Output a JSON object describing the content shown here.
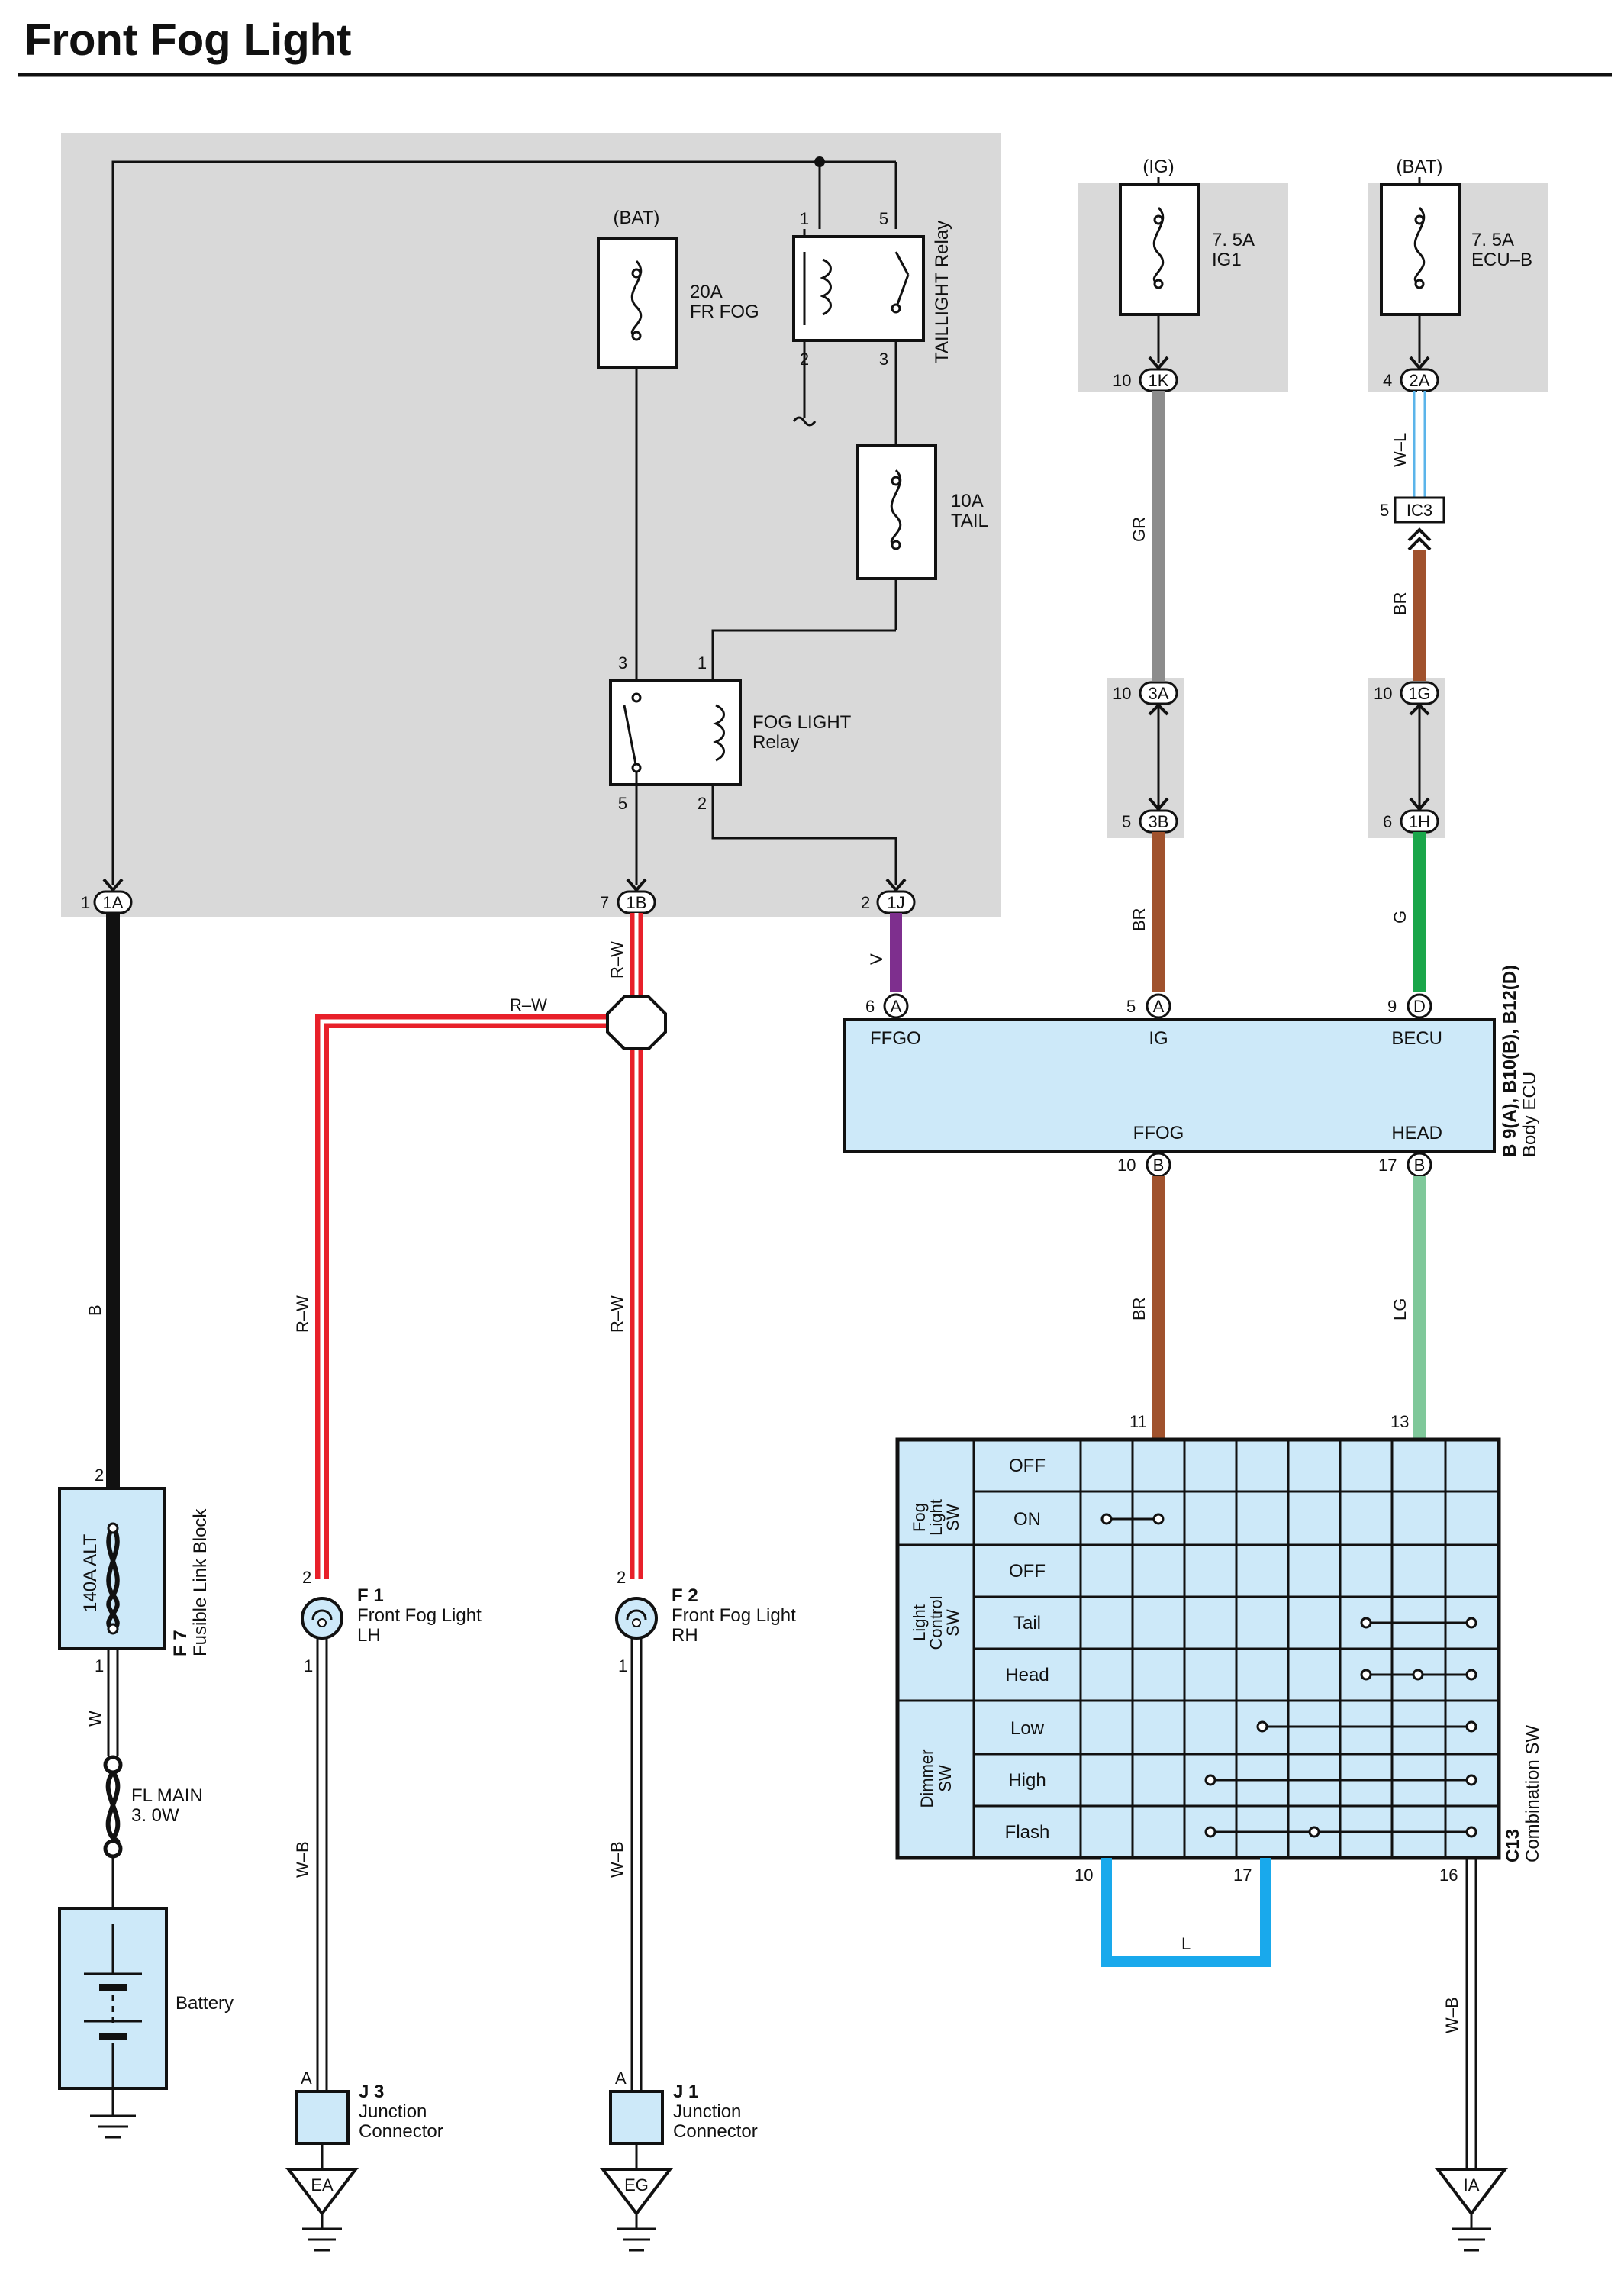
{
  "title": "Front Fog Light",
  "labels": {
    "bat": "(BAT)",
    "ig": "(IG)",
    "fuse_frfog_amp": "20A",
    "fuse_frfog_name": "FR FOG",
    "fuse_tail_amp": "10A",
    "fuse_tail_name": "TAIL",
    "fuse_ig1_amp": "7. 5A",
    "fuse_ig1_name": "IG1",
    "fuse_ecub_amp": "7. 5A",
    "fuse_ecub_name": "ECU–B",
    "taillight_relay": "TAILLIGHT Relay",
    "foglight_relay_1": "FOG LIGHT",
    "foglight_relay_2": "Relay",
    "fusible_alt": "140A ALT",
    "fusible_id": "F 7",
    "fusible_name": "Fusible Link Block",
    "fl_main_1": "FL MAIN",
    "fl_main_2": "3. 0W",
    "battery": "Battery",
    "f1_id": "F 1",
    "f1_name_1": "Front Fog Light",
    "f1_name_2": "LH",
    "f2_id": "F 2",
    "f2_name_1": "Front Fog Light",
    "f2_name_2": "RH",
    "j3_id": "J 3",
    "j1_id": "J 1",
    "junction_1": "Junction",
    "junction_2": "Connector",
    "ground_ea": "EA",
    "ground_eg": "EG",
    "ground_ia": "IA",
    "ecu_ffgo": "FFGO",
    "ecu_ig": "IG",
    "ecu_becu": "BECU",
    "ecu_ffog": "FFOG",
    "ecu_head": "HEAD",
    "ecu_id": "B 9(A), B10(B), B12(D)",
    "ecu_name": "Body ECU",
    "combo_id": "C13",
    "combo_name": "Combination SW",
    "grp_fog_1": "Fog",
    "grp_fog_2": "Light",
    "grp_fog_3": "SW",
    "grp_light_1": "Light",
    "grp_light_2": "Control",
    "grp_light_3": "SW",
    "grp_dim_1": "Dimmer",
    "grp_dim_2": "SW",
    "row_off1": "OFF",
    "row_on": "ON",
    "row_off2": "OFF",
    "row_tail": "Tail",
    "row_head": "Head",
    "row_low": "Low",
    "row_high": "High",
    "row_flash": "Flash"
  },
  "connectors": {
    "c1A": "1A",
    "c1B": "1B",
    "c1J": "1J",
    "c1K": "1K",
    "c2A": "2A",
    "c3A": "3A",
    "c3B": "3B",
    "c1G": "1G",
    "c1H": "1H",
    "cIC3": "IC3",
    "cA": "A",
    "cB": "B",
    "cD": "D"
  },
  "pins": {
    "p1": "1",
    "p2": "2",
    "p3": "3",
    "p4": "4",
    "p5": "5",
    "p6": "6",
    "p7": "7",
    "p9": "9",
    "p10": "10",
    "p11": "11",
    "p13": "13",
    "p16": "16",
    "p17": "17",
    "pA": "A"
  },
  "wires": {
    "b": "B",
    "w": "W",
    "rw": "R–W",
    "v": "V",
    "gr": "GR",
    "br": "BR",
    "wl": "W–L",
    "g": "G",
    "lg": "LG",
    "wb": "W–B",
    "l": "L"
  },
  "colors": {
    "block": "#d9d9d9",
    "ecu": "#cde9f9",
    "red": "#e8202a",
    "purple": "#7e2f8e",
    "gray": "#8c8c8c",
    "brown": "#a0522d",
    "green": "#1aa64a",
    "light_green": "#7fc89a",
    "blue": "#19a9ec",
    "wl_blue": "#5bb4ea"
  }
}
